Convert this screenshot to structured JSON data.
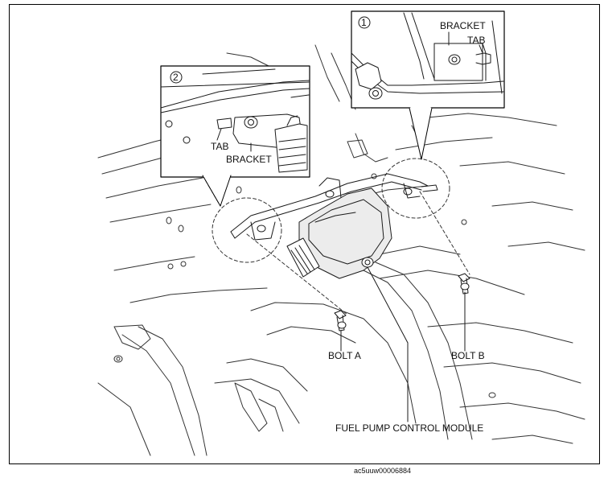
{
  "callouts": {
    "inset1_number": "1",
    "inset2_number": "2",
    "inset1_bracket": "BRACKET",
    "inset1_tab": "TAB",
    "inset2_tab": "TAB",
    "inset2_bracket": "BRACKET",
    "bolt_a": "BOLT A",
    "bolt_b": "BOLT B",
    "module": "FUEL PUMP CONTROL MODULE"
  },
  "figure_id": "ac5uuw00006884",
  "colors": {
    "line": "#1a1a1a",
    "light_line": "#555555",
    "module_fill": "#ececec"
  }
}
